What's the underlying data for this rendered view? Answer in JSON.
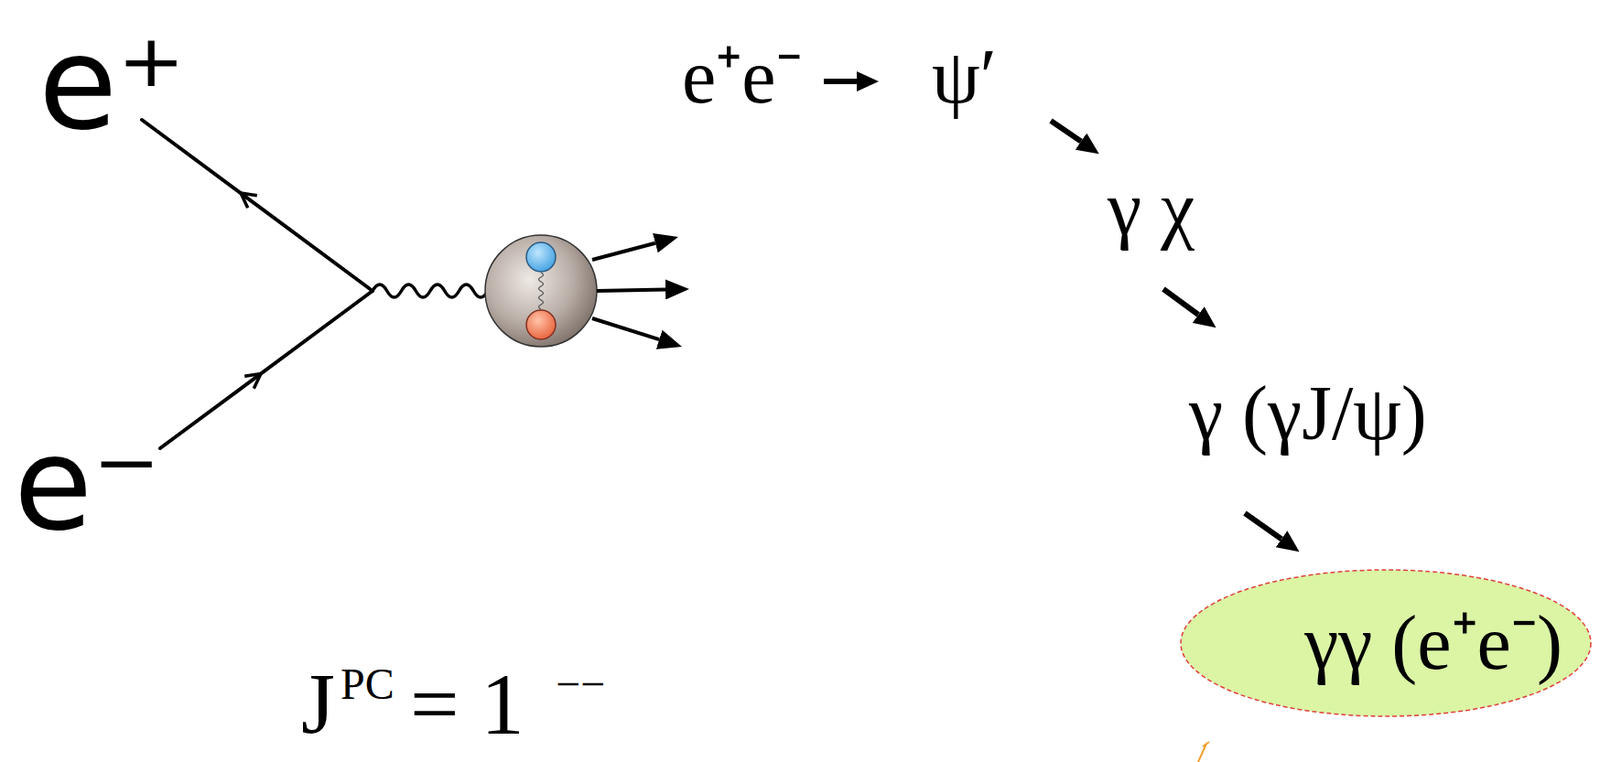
{
  "diagram": {
    "nodes": [
      {
        "text": [
          "γγ (e⁺e⁻)"
        ]
      }
    ],
    "labels": [
      "e⁺",
      "e⁻",
      "J",
      "PC",
      "= 1",
      "−−",
      "e⁺e⁻",
      "ψ′",
      "γ χ",
      "γ (γJ/ψ)"
    ]
  }
}
